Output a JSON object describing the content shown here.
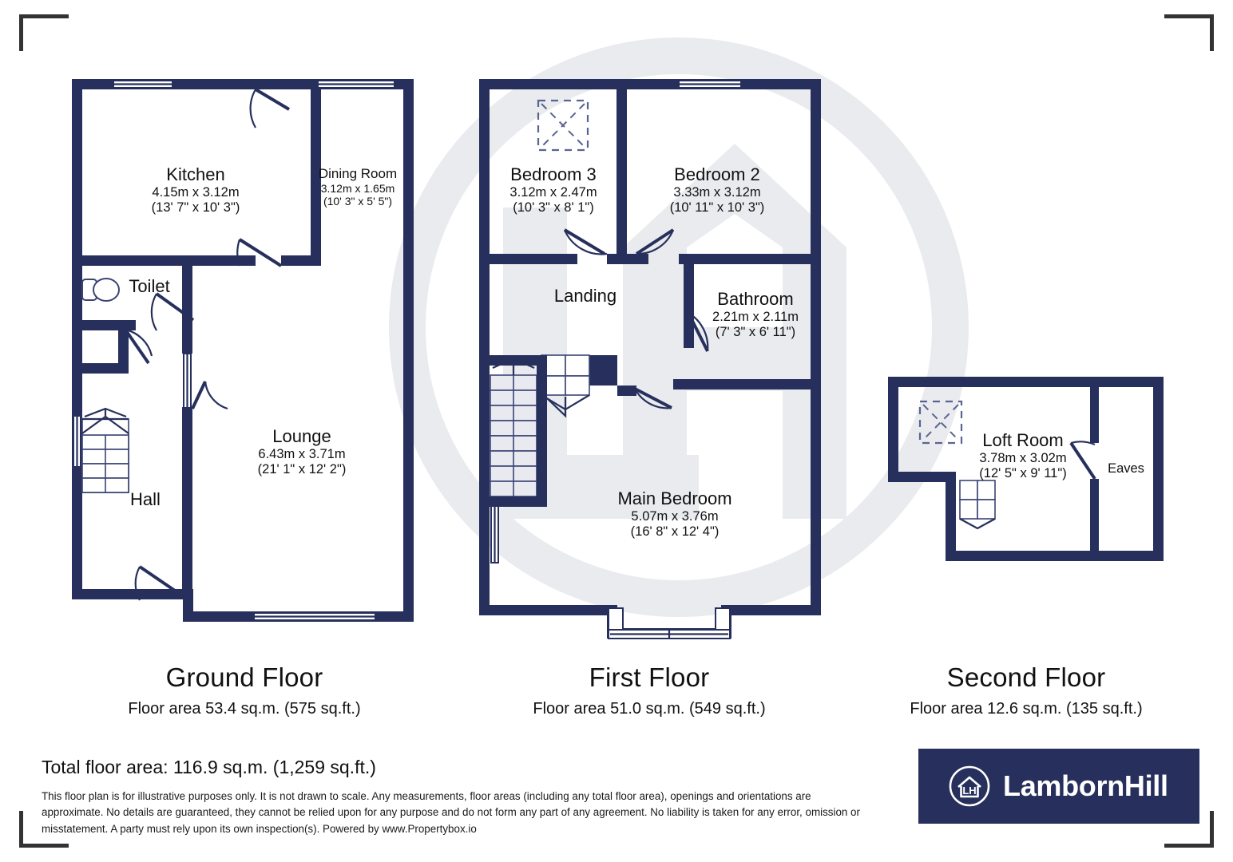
{
  "colors": {
    "wall": "#27305c",
    "watermark": "#e9ebee",
    "text": "#111111",
    "crop_mark": "#333333",
    "logo_bg": "#27305c",
    "logo_fg": "#ffffff",
    "window_fill": "#ffffff",
    "stair_fill": "#e8eaf0"
  },
  "floors": [
    {
      "id": "ground",
      "title": "Ground Floor",
      "area": "Floor area 53.4 sq.m. (575 sq.ft.)",
      "rooms": [
        {
          "name": "Kitchen",
          "metric": "4.15m x 3.12m",
          "imperial": "(13' 7\" x 10' 3\")"
        },
        {
          "name": "Dining Room",
          "metric": "3.12m x 1.65m",
          "imperial": "(10' 3\" x 5' 5\")"
        },
        {
          "name": "Toilet",
          "metric": "",
          "imperial": ""
        },
        {
          "name": "Lounge",
          "metric": "6.43m x 3.71m",
          "imperial": "(21' 1\" x 12' 2\")"
        },
        {
          "name": "Hall",
          "metric": "",
          "imperial": ""
        }
      ]
    },
    {
      "id": "first",
      "title": "First Floor",
      "area": "Floor area 51.0 sq.m. (549 sq.ft.)",
      "rooms": [
        {
          "name": "Bedroom 3",
          "metric": "3.12m x 2.47m",
          "imperial": "(10' 3\" x 8' 1\")"
        },
        {
          "name": "Bedroom 2",
          "metric": "3.33m x 3.12m",
          "imperial": "(10' 11\" x 10' 3\")"
        },
        {
          "name": "Landing",
          "metric": "",
          "imperial": ""
        },
        {
          "name": "Bathroom",
          "metric": "2.21m x 2.11m",
          "imperial": "(7' 3\" x 6' 11\")"
        },
        {
          "name": "Main Bedroom",
          "metric": "5.07m x 3.76m",
          "imperial": "(16' 8\" x 12' 4\")"
        }
      ]
    },
    {
      "id": "second",
      "title": "Second Floor",
      "area": "Floor area 12.6 sq.m. (135 sq.ft.)",
      "rooms": [
        {
          "name": "Loft Room",
          "metric": "3.78m x 3.02m",
          "imperial": "(12' 5\" x 9' 11\")"
        },
        {
          "name": "Eaves",
          "metric": "",
          "imperial": ""
        }
      ]
    }
  ],
  "footer": {
    "total": "Total floor area: 116.9 sq.m. (1,259 sq.ft.)",
    "disclaimer": "This floor plan is for illustrative purposes only. It is not drawn to scale. Any measurements, floor areas (including any total floor area), openings and orientations are approximate. No details are guaranteed, they cannot be relied upon for any purpose and do not form any part of any agreement. No liability is taken for any error, omission or misstatement. A party must rely upon its own inspection(s). Powered by www.Propertybox.io"
  },
  "logo": {
    "wordmark": "LambornHill",
    "monogram": "LH"
  }
}
